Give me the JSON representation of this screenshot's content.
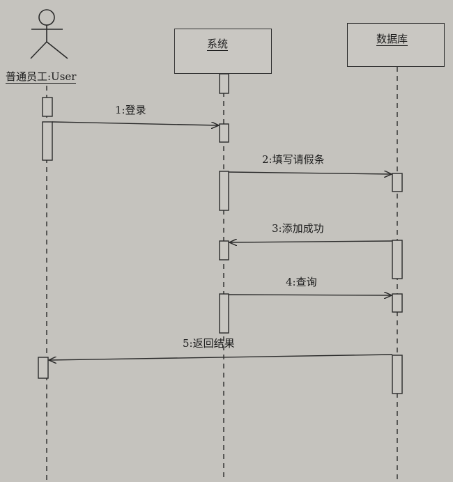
{
  "actor": {
    "label": "普通员工:User"
  },
  "objects": [
    {
      "id": "system",
      "label": "系统"
    },
    {
      "id": "database",
      "label": "数据库"
    }
  ],
  "messages": [
    {
      "label": "1:登录",
      "from": "actor",
      "to": "system",
      "kind": "call"
    },
    {
      "label": "2:填写请假条",
      "from": "system",
      "to": "database",
      "kind": "call"
    },
    {
      "label": "3:添加成功",
      "from": "database",
      "to": "system",
      "kind": "call"
    },
    {
      "label": "4:查询",
      "from": "system",
      "to": "database",
      "kind": "call"
    },
    {
      "label": "5:返回结果",
      "from": "database",
      "to": "actor",
      "kind": "call"
    }
  ],
  "colors": {
    "line": "#2a2a2a",
    "background": "#c5c3be"
  }
}
